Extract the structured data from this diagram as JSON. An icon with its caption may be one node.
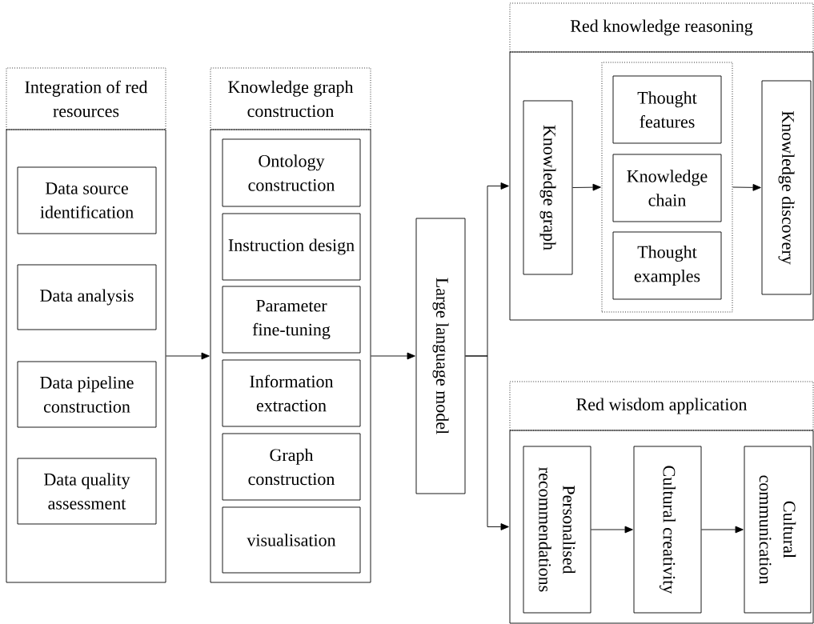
{
  "diagram": {
    "nodes": [
      {
        "text": [
          "Integration of red resources"
        ]
      },
      {
        "text": [],
        "shape": "box"
      },
      {
        "text": [
          "Data source identification"
        ],
        "in": 1
      },
      {
        "text": [
          "Data analysis"
        ],
        "in": 1
      },
      {
        "text": [
          "Data pipeline construction"
        ],
        "in": 1
      },
      {
        "text": [
          "Data quality assessment"
        ],
        "in": 1
      },
      {
        "text": [
          "Knowledge graph construction"
        ]
      },
      {
        "text": [],
        "shape": "box"
      },
      {
        "text": [
          "Ontology construction"
        ],
        "in": 7
      },
      {
        "text": [
          "Instruction design"
        ],
        "in": 7
      },
      {
        "text": [
          "Parameter fine-tuning"
        ],
        "in": 7
      },
      {
        "text": [
          "Information extraction"
        ],
        "in": 7
      },
      {
        "text": [
          "Graph construction"
        ],
        "in": 7
      },
      {
        "text": [
          "visualisation"
        ],
        "in": 7
      },
      {
        "text": [
          "Large language model"
        ]
      },
      {
        "text": [
          "Red knowledge reasoning"
        ]
      },
      {
        "text": [],
        "shape": "box"
      },
      {
        "text": [
          "Knowledge graph"
        ],
        "in": 16
      },
      {
        "text": [],
        "shape": "box",
        "in": 16
      },
      {
        "text": [
          "Thought features"
        ],
        "in": 18
      },
      {
        "text": [
          "Knowledge chain"
        ],
        "in": 18
      },
      {
        "text": [
          "Thought examples"
        ],
        "in": 18
      },
      {
        "text": [
          "Knowledge discovery"
        ],
        "in": 16
      },
      {
        "text": [
          "Red wisdom application"
        ]
      },
      {
        "text": [],
        "shape": "box"
      },
      {
        "text": [
          "Personalised recommendations"
        ],
        "in": 24
      },
      {
        "text": [
          "Cultural creativity"
        ],
        "in": 24
      },
      {
        "text": [
          "Cultural communication"
        ],
        "in": 24
      }
    ],
    "edges": [
      {
        "from": 1,
        "to": 7,
        "arrow": "to"
      },
      {
        "from": 7,
        "to": 14,
        "arrow": "to"
      },
      {
        "from": 14,
        "to": 16,
        "arrow": "to"
      },
      {
        "from": 14,
        "to": 24,
        "arrow": "to"
      },
      {
        "from": 17,
        "to": 18,
        "arrow": "to"
      },
      {
        "from": 18,
        "to": 22,
        "arrow": "to"
      },
      {
        "from": 25,
        "to": 26,
        "arrow": "to"
      },
      {
        "from": 26,
        "to": 27,
        "arrow": "to"
      }
    ]
  }
}
